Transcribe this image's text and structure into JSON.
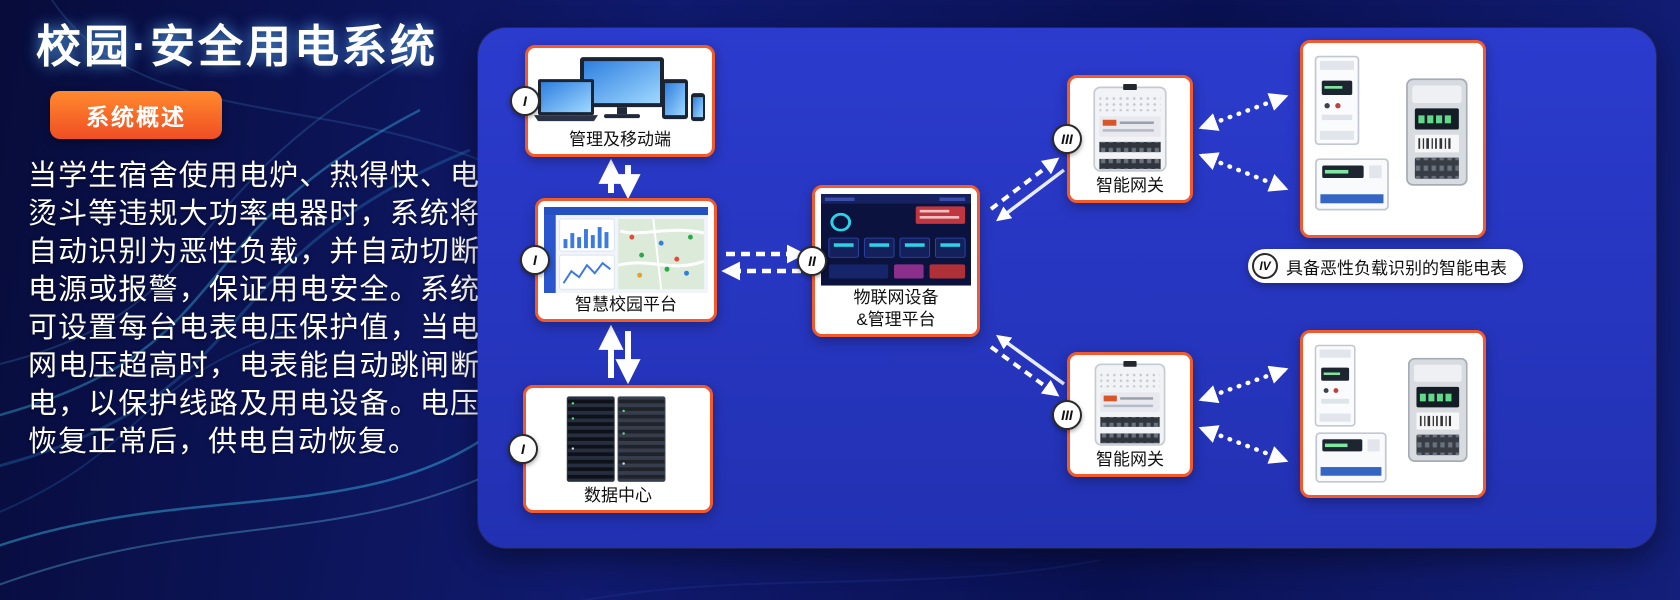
{
  "page": {
    "title": "校园·安全用电系统",
    "overview_badge": "系统概述",
    "description": "当学生宿舍使用电炉、热得快、电烫斗等违规大功率电器时，系统将自动识别为恶性负载，并自动切断电源或报警，保证用电安全。系统可设置每台电表电压保护值，当电网电压超高时，电表能自动跳闸断电，以保护线路及用电设备。电压恢复正常后，供电自动恢复。"
  },
  "colors": {
    "accent_orange": "#f2592b",
    "panel_blue": "#2636c0",
    "background_navy": "#0b1255",
    "wave_cyan": "#3fd4ff"
  },
  "diagram": {
    "nodes": {
      "management": {
        "badge": "I",
        "label": "管理及移动端"
      },
      "campus_platform": {
        "badge": "I",
        "label": "智慧校园平台"
      },
      "data_center": {
        "badge": "I",
        "label": "数据中心"
      },
      "iot_platform": {
        "badge": "II",
        "label_line1": "物联网设备",
        "label_line2": "&管理平台"
      },
      "gateway_top": {
        "badge": "III",
        "label": "智能网关"
      },
      "gateway_bottom": {
        "badge": "III",
        "label": "智能网关"
      },
      "smart_meter_note": {
        "badge": "IV",
        "label": "具备恶性负载识别的智能电表"
      }
    }
  }
}
